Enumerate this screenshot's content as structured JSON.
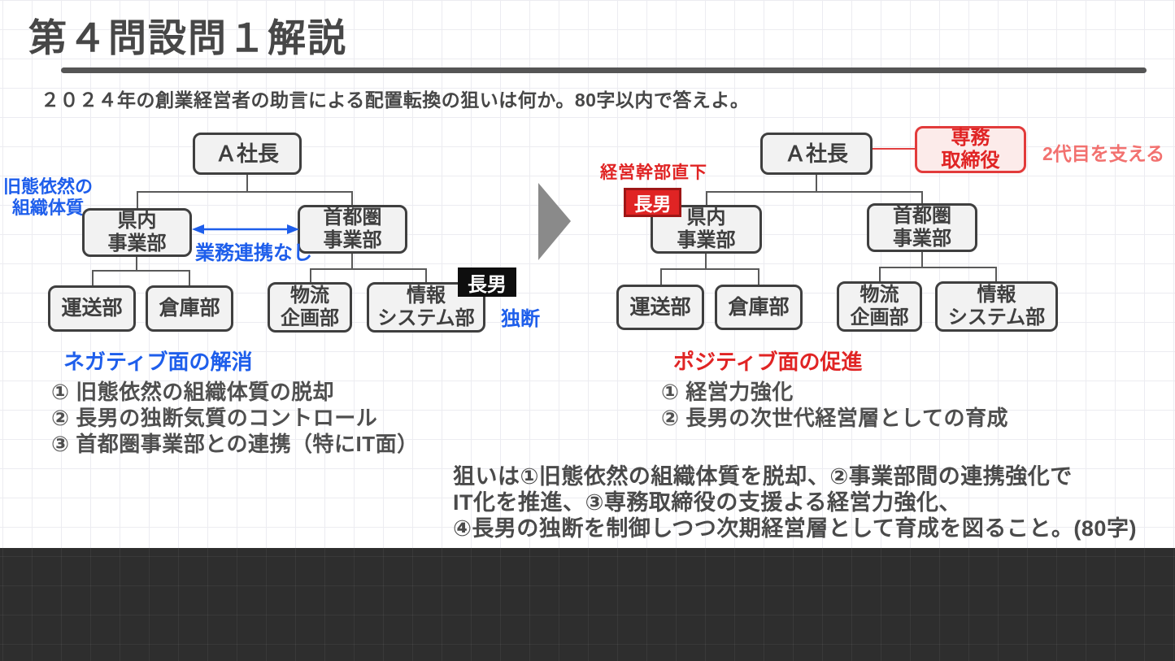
{
  "title": "第４問設問１解説",
  "question": "２０２４年の創業経営者の助言による配置転換の狙いは何か。80字以内で答えよ。",
  "before": {
    "president": "Ａ社長",
    "old_culture": [
      "旧態依然の",
      "組織体質"
    ],
    "kennai": [
      "県内",
      "事業部"
    ],
    "shutoken": [
      "首都圏",
      "事業部"
    ],
    "no_link": "業務連携なし",
    "unsou": "運送部",
    "souko": "倉庫部",
    "butsuryu": [
      "物流",
      "企画部"
    ],
    "joho": [
      "情報",
      "システム部"
    ],
    "choonan": "長男",
    "dokudan": "独断"
  },
  "after": {
    "president": "Ａ社長",
    "senmu": [
      "専務",
      "取締役"
    ],
    "support": "2代目を支える",
    "direct": "経営幹部直下",
    "choonan": "長男",
    "kennai": [
      "県内",
      "事業部"
    ],
    "shutoken": [
      "首都圏",
      "事業部"
    ],
    "unsou": "運送部",
    "souko": "倉庫部",
    "butsuryu": [
      "物流",
      "企画部"
    ],
    "joho": [
      "情報",
      "システム部"
    ]
  },
  "negative": {
    "heading": "ネガティブ面の解消",
    "items": [
      "① 旧態依然の組織体質の脱却",
      "② 長男の独断気質のコントロール",
      "③ 首都圏事業部との連携（特にIT面）"
    ]
  },
  "positive": {
    "heading": "ポジティブ面の促進",
    "items": [
      "① 経営力強化",
      "② 長男の次世代経営層としての育成"
    ]
  },
  "answer_lines": [
    "狙いは①旧態依然の組織体質を脱却、②事業部間の連携強化で",
    "IT化を推進、③専務取締役の支援よる経営力強化、",
    "④長男の独断を制御しつつ次期経営層として育成を図ること。(80字)"
  ],
  "colors": {
    "accent_blue": "#1E5EEB",
    "accent_red": "#E02424",
    "salmon_red": "#F2716F",
    "box_fill": "#F2F2F2",
    "box_border": "#3F3F3F",
    "text": "#4A4A4A",
    "triangle_gray": "#8A8A8A",
    "footer_bar": "#2E2E2E"
  }
}
